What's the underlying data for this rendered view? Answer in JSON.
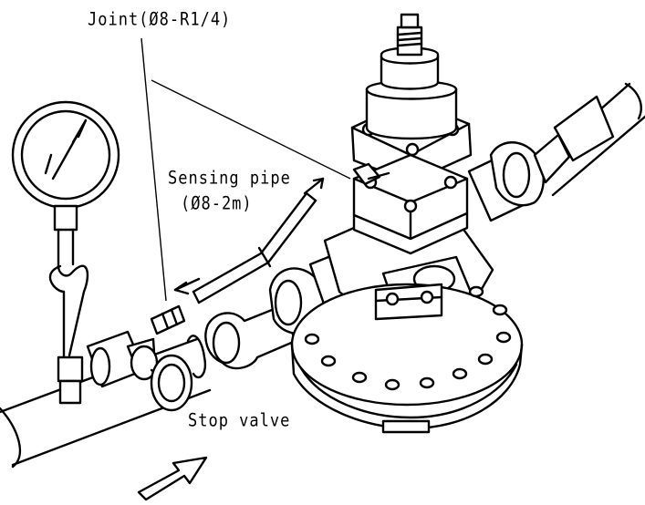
{
  "labels": {
    "joint": "Joint(Ø8-R1/4)",
    "sensing_pipe_line1": "Sensing pipe",
    "sensing_pipe_line2": "(Ø8-2m)",
    "stop_valve": "Stop valve"
  },
  "colors": {
    "line": "#000000",
    "background": "#ffffff"
  }
}
